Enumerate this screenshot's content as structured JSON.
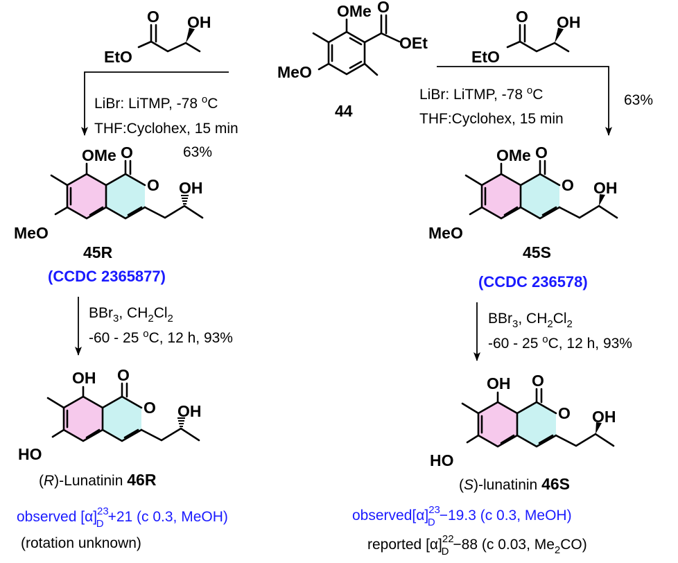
{
  "reagent_ester": {
    "ester_o": "O",
    "eto": "EtO",
    "oh": "OH"
  },
  "start": {
    "ome_top": "OMe",
    "meo": "MeO",
    "ester_o": "O",
    "oet": "OEt",
    "label": "44"
  },
  "left_step1": {
    "line1": "LiBr: LiTMP,  -78 ",
    "line1_sup": "o",
    "line1_end": "C",
    "line2": "THF:Cyclohex, 15 min",
    "yield": "63%"
  },
  "right_step1": {
    "line1": "LiBr: LiTMP,  -78 ",
    "line1_sup": "o",
    "line1_end": "C",
    "line2": "THF:Cyclohex, 15 min",
    "yield": "63%"
  },
  "cpd45R": {
    "label": "45R",
    "ccdc": "(CCDC 2365877)"
  },
  "cpd45S": {
    "label": "45S",
    "ccdc": "(CCDC 236578)"
  },
  "lactone_atoms": {
    "ome": "OMe",
    "meo": "MeO",
    "o": "O",
    "ring_o": "O",
    "oh": "OH"
  },
  "step2": {
    "bbr": "BBr",
    "bbr_sub": "3",
    "ch2cl2": ", CH",
    "ch2_sub": "2",
    "cl": "Cl",
    "cl_sub": "2",
    "cond": "-60 - 25 ",
    "cond_sup": "o",
    "cond_end": "C, 12 h, 93%"
  },
  "phenol_atoms": {
    "oh_top": "OH",
    "ho": "HO",
    "o": "O",
    "ring_o": "O",
    "oh": "OH"
  },
  "cpd46R": {
    "paren_open": "(",
    "stereo": "R",
    "name": ")-Lunatinin ",
    "label": "46R",
    "observed": "observed ",
    "alpha": "[α]",
    "alpha_sup": "23",
    "alpha_sub": "D",
    "value": "+21 (c 0.3, MeOH)",
    "note": "(rotation unknown)"
  },
  "cpd46S": {
    "paren_open": "(",
    "stereo": "S",
    "name": ")-lunatinin ",
    "label": "46S",
    "observed": "observed",
    "alpha": "[α]",
    "alpha_sup": "23",
    "alpha_sub": "D",
    "value": "−19.3 (c 0.3, MeOH)",
    "reported": "reported ",
    "rep_alpha": "[α]",
    "rep_sup": "22",
    "rep_sub": "D",
    "rep_value": "−88 (c 0.03, Me",
    "rep_me2_sub": "2",
    "rep_end": "CO)"
  },
  "colors": {
    "benzene_ring_fill": "#f6c9ec",
    "lactone_ring_fill": "#c9f2f2",
    "label_blue": "#1a1aff"
  }
}
